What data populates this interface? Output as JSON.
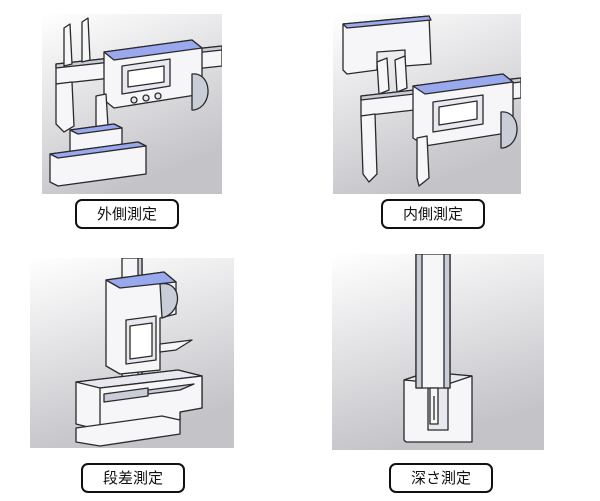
{
  "panels": [
    {
      "id": "outside",
      "label": "外側測定"
    },
    {
      "id": "inside",
      "label": "内側測定"
    },
    {
      "id": "step",
      "label": "段差測定"
    },
    {
      "id": "depth",
      "label": "深さ測定"
    }
  ],
  "colors": {
    "background_top": "#ffffff",
    "background_bottom": "#c8c8cc",
    "body": "#f6f6f9",
    "shade": "#c9cdd8",
    "accent": "#9aa8ee",
    "edge": "#2a2a2a",
    "label_border": "#111111"
  }
}
